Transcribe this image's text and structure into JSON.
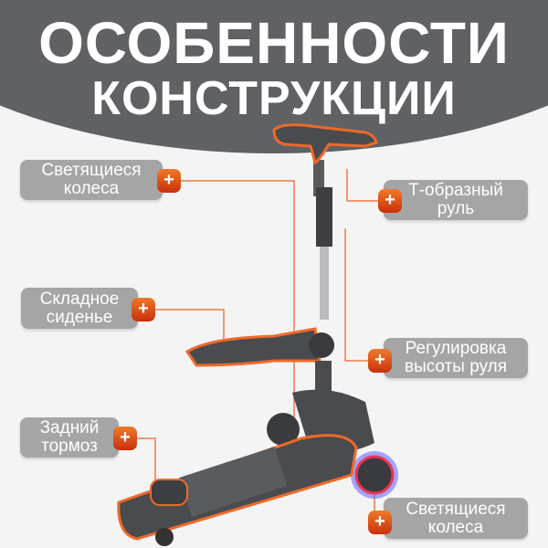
{
  "header": {
    "line1": "ОСОБЕННОСТИ",
    "line2": "КОНСТРУКЦИИ"
  },
  "callouts": [
    {
      "line1": "Светящиеся",
      "line2": "колеса",
      "icon": "plus-icon"
    },
    {
      "line1": "Т-образный",
      "line2": "руль",
      "icon": "plus-icon"
    },
    {
      "line1": "Складное",
      "line2": "сиденье",
      "icon": "plus-icon"
    },
    {
      "line1": "Регулировка",
      "line2": "высоты руля",
      "icon": "plus-icon"
    },
    {
      "line1": "Задний",
      "line2": "тормоз",
      "icon": "plus-icon"
    },
    {
      "line1": "Светящиеся",
      "line2": "колеса",
      "icon": "plus-icon"
    }
  ],
  "plus_symbol": "+",
  "colors": {
    "header": "#5f6063",
    "accent": "#ee6a2a",
    "label_bg": "#a5a5a5",
    "scooter": "#4a4b4e"
  }
}
